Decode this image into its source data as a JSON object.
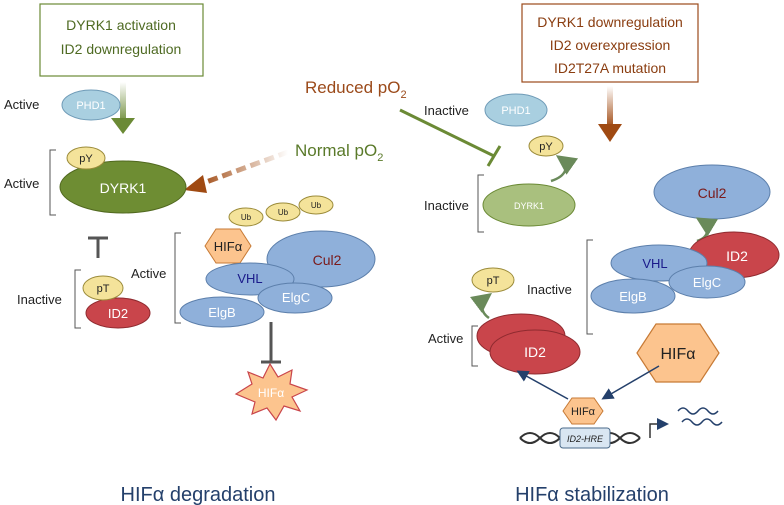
{
  "left_box": {
    "line1": "DYRK1 activation",
    "line2": "ID2 downregulation"
  },
  "right_box": {
    "line1": "DYRK1 downregulation",
    "line2": "ID2 overexpression",
    "line3": "ID2T27A mutation"
  },
  "conditions": {
    "reduced": "Reduced pO",
    "reduced_sub": "2",
    "normal": "Normal pO",
    "normal_sub": "2"
  },
  "left_panel": {
    "active_phd1": "Active",
    "phd1": "PHD1",
    "active_dyrk1": "Active",
    "py": "pY",
    "dyrk1": "DYRK1",
    "inactive_id2": "Inactive",
    "pt": "pT",
    "id2": "ID2",
    "active_complex": "Active",
    "ub1": "Ub",
    "ub2": "Ub",
    "ub3": "Ub",
    "hifa": "HIFα",
    "cul2": "Cul2",
    "vhl": "VHL",
    "elgb": "ElgB",
    "elgc": "ElgC",
    "hifa_degraded": "HIFα",
    "caption": "HIFα degradation"
  },
  "right_panel": {
    "inactive_phd1": "Inactive",
    "phd1": "PHD1",
    "py": "pY",
    "inactive_dyrk1": "Inactive",
    "dyrk1": "DYRK1",
    "cul2_free": "Cul2",
    "inactive_complex": "Inactive",
    "vhl": "VHL",
    "id2_bound": "ID2",
    "elgb": "ElgB",
    "elgc": "ElgC",
    "pt": "pT",
    "active_id2": "Active",
    "id2": "ID2",
    "hifa_large": "HIFα",
    "hifa_small": "HIFα",
    "hre": "ID2-HRE",
    "caption": "HIFα stabilization"
  },
  "colors": {
    "green_dark": "#6b8a35",
    "green_light": "#a9c07e",
    "blue": "#8fb0da",
    "blue_light": "#a9cfe0",
    "red": "#c9454b",
    "yellow": "#f4e39a",
    "orange": "#fcc48e",
    "brown": "#9b4a1a",
    "navy": "#24406b"
  }
}
